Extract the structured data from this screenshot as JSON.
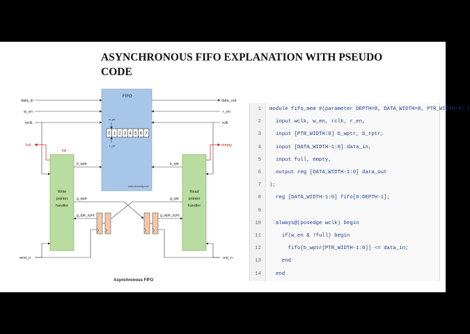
{
  "title": "ASYNCHRONOUS FIFO EXPLANATION WITH PSEUDO CODE",
  "diagram": {
    "caption": "Asynchronous FIFO",
    "fifo_label": "FIFO",
    "site_label": "www.vlsiverify.com",
    "w_ptr_label": "w_ptr",
    "r_ptr_label": "r_ptr",
    "cells": [
      "0",
      "1",
      "2",
      "3",
      "4",
      "5",
      "6",
      "7"
    ],
    "write_handler_lines": [
      "Write",
      "pointer",
      "handler"
    ],
    "read_handler_lines": [
      "Read",
      "pointer",
      "handler"
    ],
    "left_signals": {
      "data_in": "data_in",
      "w_en": "w_en",
      "wclk": "wclk",
      "full": "full",
      "wrst_n": "wrst_n"
    },
    "right_signals": {
      "data_out": "data_out",
      "r_en": "r_en",
      "rclk": "rclk",
      "empty": "empty",
      "rrst_n": "rrst_n"
    },
    "inner_labels": {
      "full": "full",
      "b_wptr": "b_wptr",
      "g_wptr": "g_wptr",
      "g_rptr_sync": "g_rptr_sync",
      "b_rptr": "b_rptr",
      "g_rptr": "g_rptr",
      "g_wptr_sync": "g_wptr_sync"
    },
    "colors": {
      "fifo_fill": "#a8c6e8",
      "handler_fill": "#b9dca0",
      "sync_fill": "#f4c7a6",
      "full_color": "#d62020"
    }
  },
  "code": {
    "lines": [
      {
        "n": "1",
        "t": "module fifo_mem #(parameter DEPTH=8, DATA_WIDTH=8, PTR_WIDTH=3) ("
      },
      {
        "n": "2",
        "t": "  input wclk, w_en, rclk, r_en,"
      },
      {
        "n": "3",
        "t": "  input [PTR_WIDTH:0] b_wptr, b_rptr,"
      },
      {
        "n": "4",
        "t": "  input [DATA_WIDTH-1:0] data_in,"
      },
      {
        "n": "5",
        "t": "  input full, empty,"
      },
      {
        "n": "6",
        "t": "  output reg [DATA_WIDTH-1:0] data_out"
      },
      {
        "n": "7",
        "t": ");"
      },
      {
        "n": "8",
        "t": "  reg [DATA_WIDTH-1:0] fifo[0:DEPTH-1];"
      },
      {
        "n": "9",
        "t": ""
      },
      {
        "n": "10",
        "t": "  always@(posedge wclk) begin"
      },
      {
        "n": "11",
        "t": "    if(w_en & !full) begin"
      },
      {
        "n": "12",
        "t": "      fifo[b_wptr[PTR_WIDTH-1:0]] <= data_in;"
      },
      {
        "n": "13",
        "t": "    end"
      },
      {
        "n": "14",
        "t": "  end"
      }
    ]
  }
}
